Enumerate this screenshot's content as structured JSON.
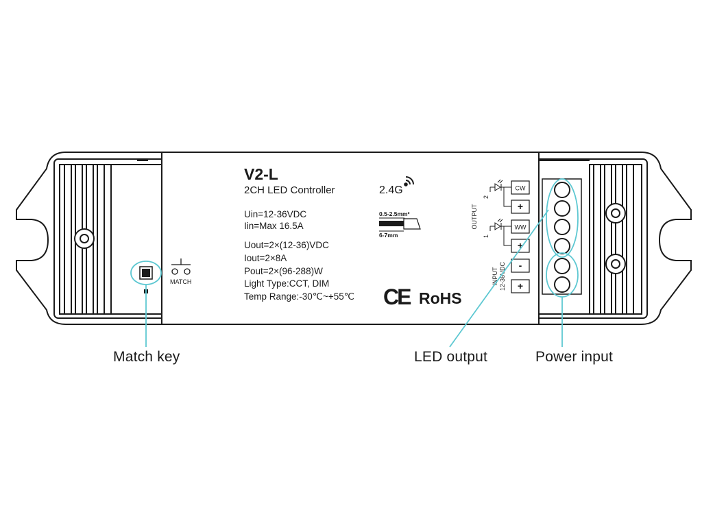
{
  "device": {
    "model": "V2-L",
    "subtitle": "2CH LED Controller",
    "rf": "2.4G",
    "specs": [
      "Uin=12-36VDC",
      "Iin=Max 16.5A",
      "Uout=2×(12-36)VDC",
      "Iout=2×8A",
      "Pout=2×(96-288)W",
      "Light Type:CCT, DIM",
      "Temp Range:-30℃~+55℃"
    ],
    "wire": {
      "gauge": "0.5-2.5mm²",
      "strip": "6-7mm"
    },
    "cert_ce": "CE",
    "cert_rohs": "RoHS",
    "match_symbol_label": "MATCH",
    "output_label": "OUTPUT",
    "input_label": "INPUT",
    "input_voltage": "12-36VDC",
    "channels": [
      {
        "number": "2",
        "color_label": "CW",
        "polarity": "+"
      },
      {
        "number": "1",
        "color_label": "WW",
        "polarity": "+"
      }
    ],
    "input_terminals": [
      "-",
      "+"
    ]
  },
  "callouts": {
    "match_key": "Match key",
    "led_output": "LED output",
    "power_input": "Power input"
  },
  "colors": {
    "outline": "#1a1a1a",
    "callout": "#5ec8d2",
    "body_fill": "#ffffff"
  }
}
